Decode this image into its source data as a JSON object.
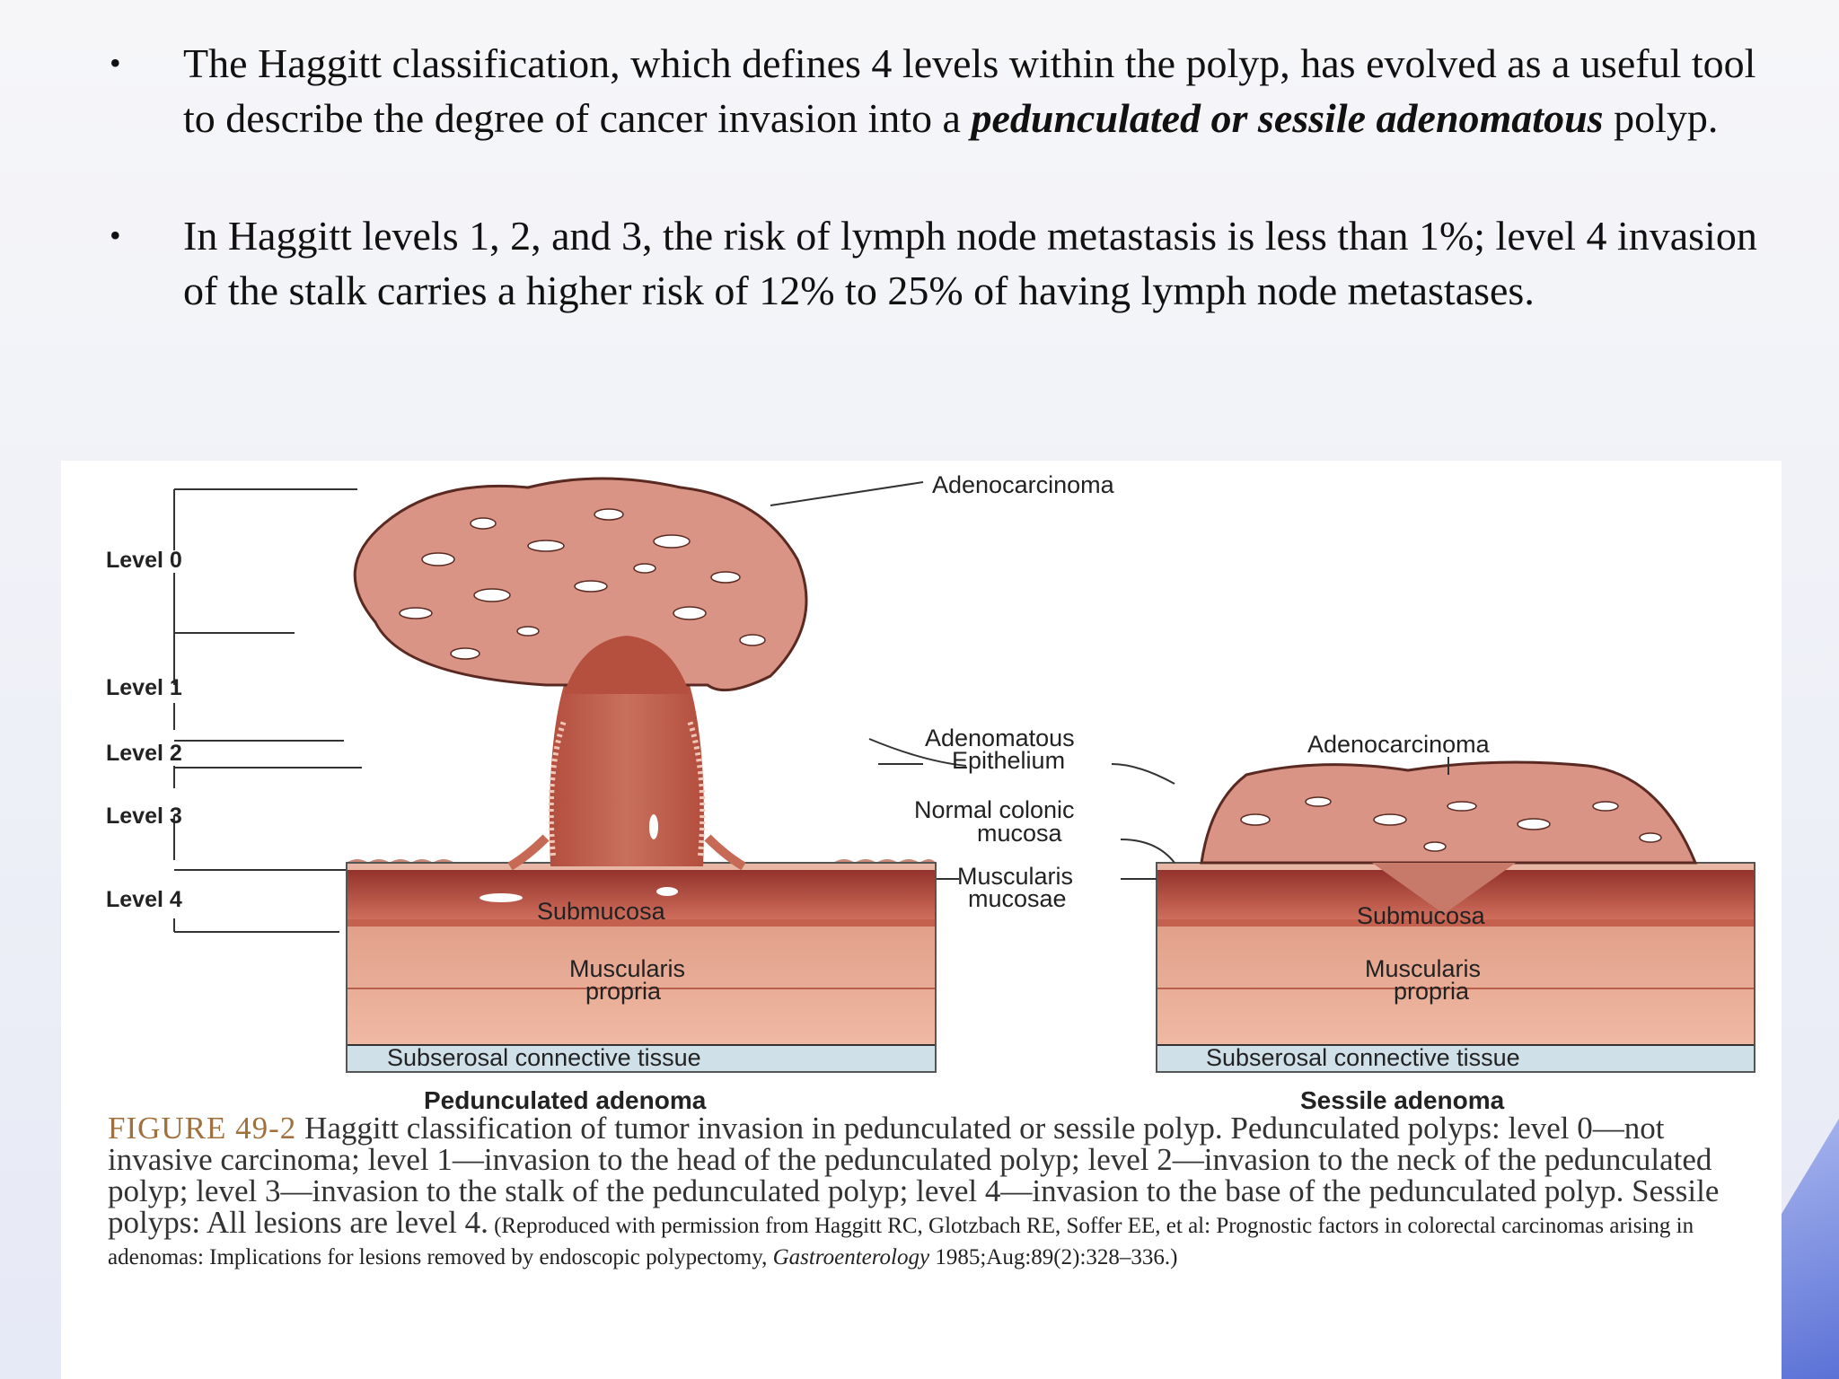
{
  "bullets": [
    {
      "text_pre": "The Haggitt classification, which defines 4 levels within the polyp, has evolved as a useful tool to describe the degree of cancer invasion into a ",
      "bold_italic": "pedunculated or sessile adenomatous",
      "text_post": " polyp."
    },
    {
      "text": "In Haggitt levels 1, 2, and 3, the risk of lymph node metastasis is less than 1%; level 4 invasion of the stalk carries a higher risk of 12% to 25% of having lymph node metastases."
    }
  ],
  "figure": {
    "levels": [
      "Level 0",
      "Level 1",
      "Level 2",
      "Level 3",
      "Level 4"
    ],
    "pedunculated": {
      "adenocarcinoma": "Adenocarcinoma",
      "adenomatous_1": "Adenomatous",
      "adenomatous_2": "Epithelium",
      "normal_1": "Normal colonic",
      "normal_2": "mucosa",
      "musc_mucosae_1": "Muscularis",
      "musc_mucosae_2": "mucosae",
      "submucosa": "Submucosa",
      "musc_propria_1": "Muscularis",
      "musc_propria_2": "propria",
      "subserosal": "Subserosal connective tissue",
      "title": "Pedunculated adenoma"
    },
    "sessile": {
      "adenocarcinoma": "Adenocarcinoma",
      "submucosa": "Submucosa",
      "musc_propria_1": "Muscularis",
      "musc_propria_2": "propria",
      "subserosal": "Subserosal connective tissue",
      "title": "Sessile adenoma"
    },
    "caption": {
      "fig_num": "FIGURE 49-2",
      "text": " Haggitt classification of tumor invasion in pedunculated or sessile polyp. Pedunculated polyps: level 0—not invasive carcinoma; level 1—invasion to the head of the pedunculated polyp; level 2—invasion to the neck of the pedunculated polyp; level 3—invasion to the stalk of the pedunculated polyp; level 4—invasion to the base of the pedunculated polyp. Sessile polyps: All lesions are level 4.",
      "cite_pre": " (Reproduced with permission from Haggitt RC, Glotzbach RE, Soffer EE, et al: Prognostic factors in colorectal carcinomas arising in adenomas: Implications for lesions removed by endoscopic polypectomy, ",
      "cite_journal": "Gastroenterology",
      "cite_post": " 1985;Aug:89(2):328–336.)"
    }
  },
  "colors": {
    "submucosa": "#b0483e",
    "muscularis": "#e3a48e",
    "subserosal": "#c9dce6",
    "polyp_tissue": "#d89a8c",
    "stalk": "#b85a48"
  }
}
